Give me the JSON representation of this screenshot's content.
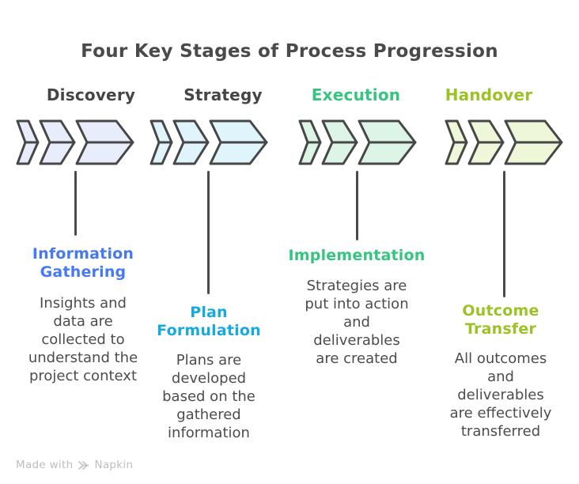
{
  "title": "Four Key Stages of Process Progression",
  "colors": {
    "heading_dark": "#4a4a4a",
    "body_text": "#4c4c4c",
    "outline": "#474747",
    "connector": "#4a4a4a",
    "footer_text": "#bdbdbd"
  },
  "stages": [
    {
      "name": "Discovery",
      "name_color": "#454545",
      "chevron_fill": "#e8edfb",
      "label_lines": [
        "Information",
        "Gathering"
      ],
      "label_color": "#477af2",
      "description_lines": [
        "Insights and",
        "data are",
        "collected to",
        "understand the",
        "project context"
      ]
    },
    {
      "name": "Strategy",
      "name_color": "#454545",
      "chevron_fill": "#e0f4fc",
      "label_lines": [
        "Plan",
        "Formulation"
      ],
      "label_color": "#18a9de",
      "description_lines": [
        "Plans are",
        "developed",
        "based on the",
        "gathered",
        "information"
      ]
    },
    {
      "name": "Execution",
      "name_color": "#36c57f",
      "chevron_fill": "#dcf5e6",
      "label_lines": [
        "Implementation"
      ],
      "label_color": "#36c57f",
      "description_lines": [
        "Strategies are",
        "put into action",
        "and",
        "deliverables",
        "are created"
      ]
    },
    {
      "name": "Handover",
      "name_color": "#9bc226",
      "chevron_fill": "#eef8d9",
      "label_lines": [
        "Outcome",
        "Transfer"
      ],
      "label_color": "#9bc226",
      "description_lines": [
        "All outcomes",
        "and",
        "deliverables",
        "are effectively",
        "transferred"
      ]
    }
  ],
  "footer": {
    "made_with": "Made with",
    "brand": "Napkin"
  }
}
